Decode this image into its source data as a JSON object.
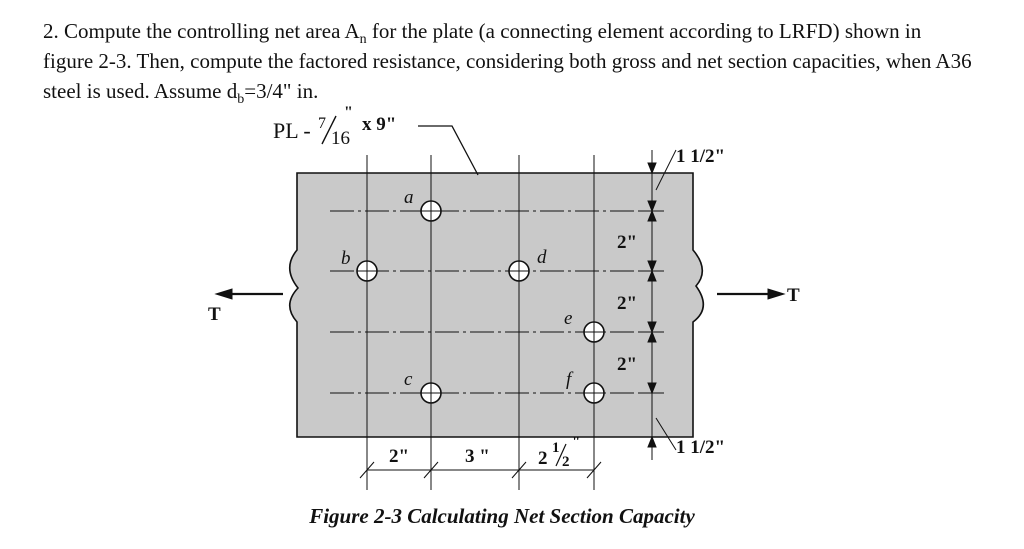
{
  "problem": {
    "t1": "2. Compute the controlling net area A",
    "t1_sub": "n",
    "t2": " for the plate (a connecting element according to LRFD) shown in figure 2-3. Then, compute the factored resistance, considering both gross and net section capacities, when A36 steel is used. Assume d",
    "t2_sub": "b",
    "t3": "=3/4\" in."
  },
  "figure": {
    "plate_label_prefix": "PL - ",
    "plate_thickness_num": "7",
    "plate_thickness_den": "16",
    "plate_thickness_mark": "\"",
    "plate_width": "x 9\"",
    "holes": {
      "a": "a",
      "b": "b",
      "c": "c",
      "d": "d",
      "e": "e",
      "f": "f"
    },
    "load_left": "T",
    "load_right": "T",
    "dims_vertical": {
      "edge_top": "1 1/2\"",
      "s1": "2\"",
      "s2": "2\"",
      "s3": "2\"",
      "edge_bottom": "1 1/2\""
    },
    "dims_horizontal": {
      "g1": "2\"",
      "g2": "3 \"",
      "g3_whole": "2",
      "g3_num": "1",
      "g3_den": "2",
      "g3_mark": "\""
    },
    "colors": {
      "plate": "#c9c9c9",
      "line": "#111111"
    }
  },
  "caption": "Figure 2-3 Calculating Net Section Capacity"
}
